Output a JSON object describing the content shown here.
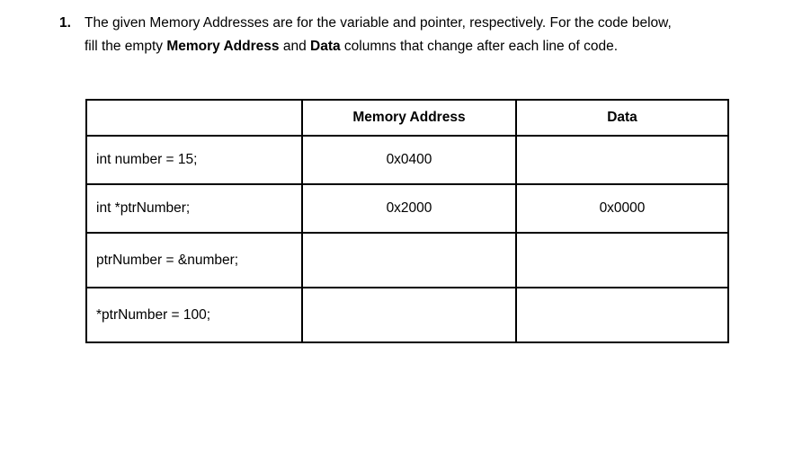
{
  "colors": {
    "background": "#ffffff",
    "text": "#000000",
    "table_border": "#000000"
  },
  "question": {
    "number": "1.",
    "line1": "The given Memory Addresses are for the variable and pointer, respectively. For the code below,",
    "line2_parts": [
      {
        "text": "fill the empty ",
        "bold": false
      },
      {
        "text": "Memory Address",
        "bold": true
      },
      {
        "text": " and ",
        "bold": false
      },
      {
        "text": "Data",
        "bold": true
      },
      {
        "text": " columns that change after each line of code.",
        "bold": false
      }
    ]
  },
  "table": {
    "headers": [
      "",
      "Memory Address",
      "Data"
    ],
    "rows": [
      {
        "code": "int number = 15;",
        "memory_address": "0x0400",
        "data": ""
      },
      {
        "code": "int *ptrNumber;",
        "memory_address": "0x2000",
        "data": "0x0000"
      },
      {
        "code": "ptrNumber = &number;",
        "memory_address": "",
        "data": ""
      },
      {
        "code": "*ptrNumber = 100;",
        "memory_address": "",
        "data": ""
      }
    ]
  }
}
